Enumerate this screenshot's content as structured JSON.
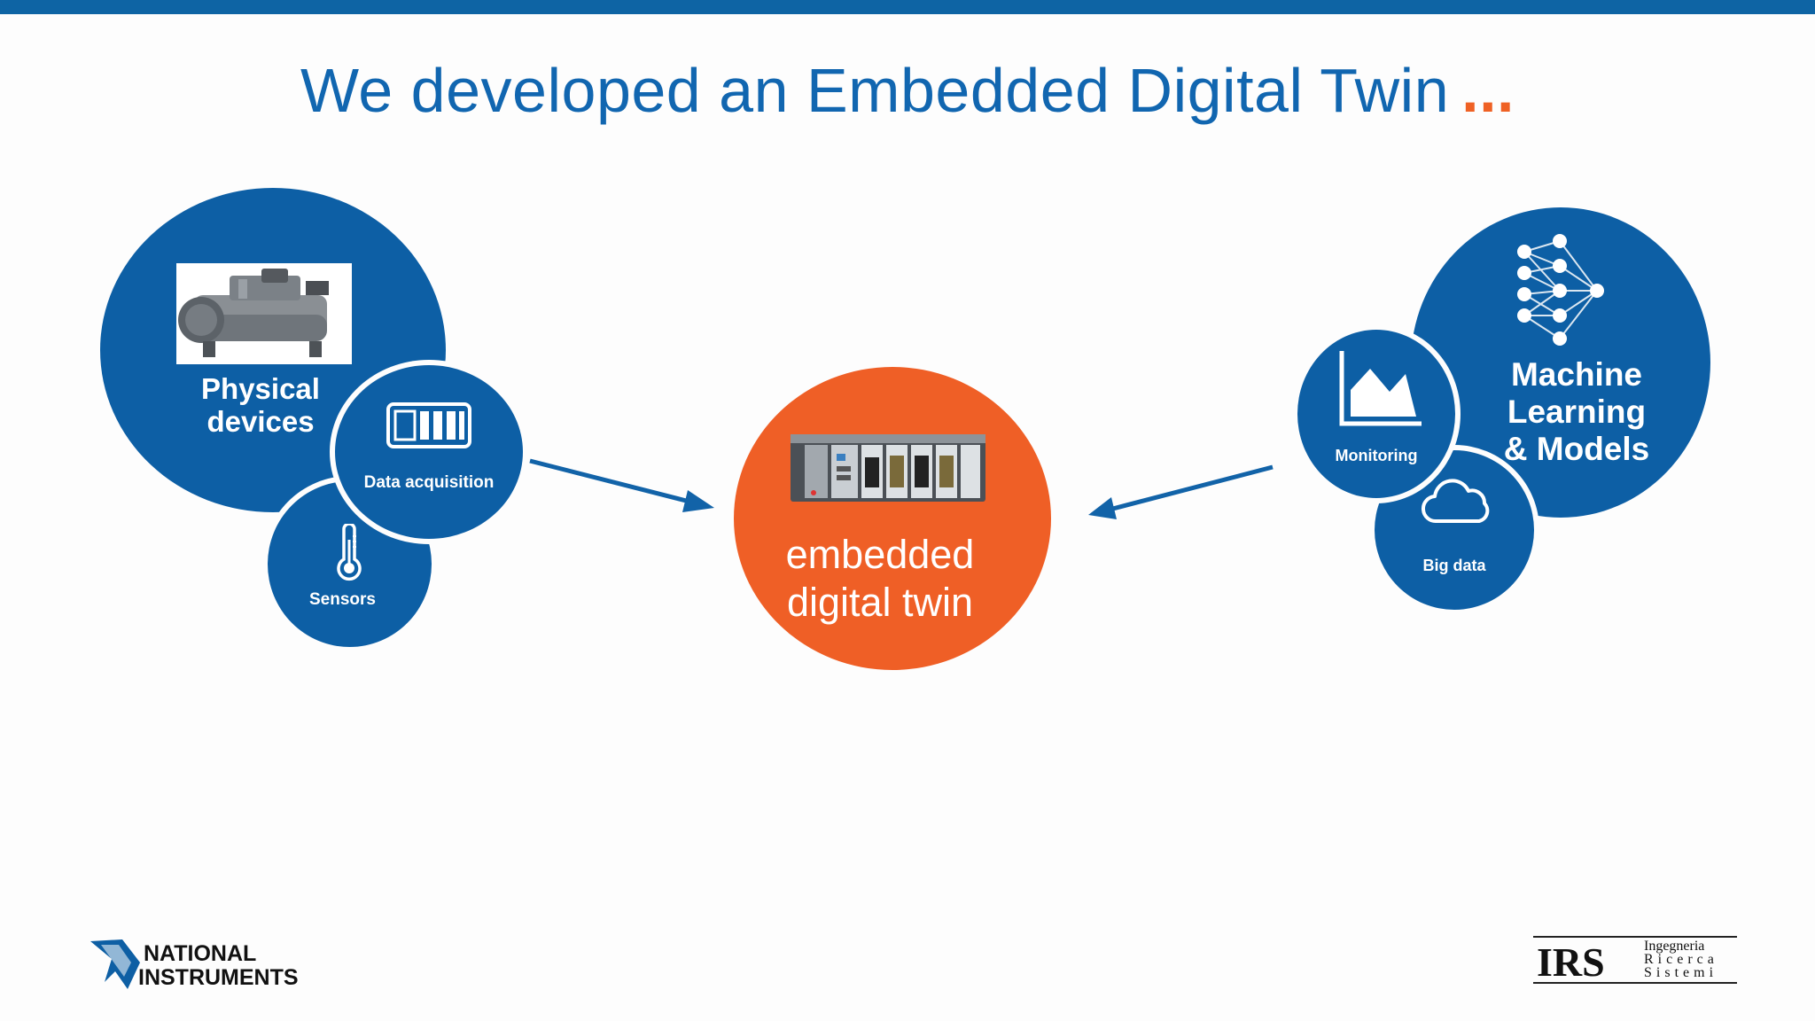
{
  "title": {
    "text": "We developed an Embedded Digital Twin",
    "ellipsis": "..."
  },
  "left_group": {
    "physical_devices": "Physical\ndevices",
    "data_acquisition": "Data acquisition",
    "sensors": "Sensors"
  },
  "center": {
    "label_line1": "embedded",
    "label_line2": "digital twin"
  },
  "right_group": {
    "machine_learning_line1": "Machine",
    "machine_learning_line2": "Learning",
    "machine_learning_line3": "& Models",
    "monitoring": "Monitoring",
    "big_data": "Big data"
  },
  "logos": {
    "ni_line1": "NATIONAL",
    "ni_line2": "INSTRUMENTS",
    "irs_mark": "IRS",
    "irs_line1": "Ingegneria",
    "irs_line2": "Ricerca",
    "irs_line3": "Sistemi"
  },
  "colors": {
    "blue": "#0d5fa5",
    "title_blue": "#1166b0",
    "orange": "#ef5f26",
    "top_bar": "#0e64a4"
  }
}
